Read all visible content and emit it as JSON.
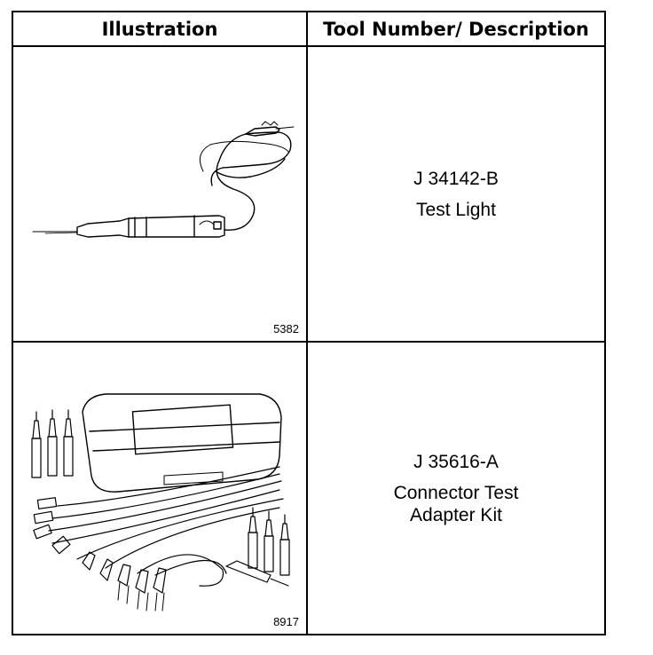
{
  "table": {
    "headers": [
      "Illustration",
      "Tool Number/ Description"
    ],
    "rows": [
      {
        "figure_id": "5382",
        "tool_number": "J 34142-B",
        "description": [
          "Test Light"
        ],
        "illustration": "test-light"
      },
      {
        "figure_id": "8917",
        "tool_number": "J 35616-A",
        "description": [
          "Connector Test",
          "Adapter Kit"
        ],
        "illustration": "connector-test-adapter-kit"
      }
    ]
  }
}
